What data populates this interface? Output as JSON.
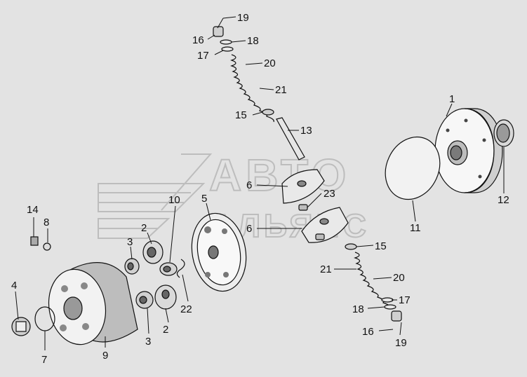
{
  "watermark": {
    "line1": "АВТО",
    "line2": "АЛЬЯНС"
  },
  "callouts": {
    "c1": "1",
    "c2a": "2",
    "c2b": "2",
    "c3a": "3",
    "c3b": "3",
    "c4": "4",
    "c5": "5",
    "c6a": "6",
    "c6b": "6",
    "c7": "7",
    "c8": "8",
    "c9": "9",
    "c10": "10",
    "c11": "11",
    "c12": "12",
    "c13": "13",
    "c14": "14",
    "c15a": "15",
    "c15b": "15",
    "c16a": "16",
    "c16b": "16",
    "c17a": "17",
    "c17b": "17",
    "c18a": "18",
    "c18b": "18",
    "c19a": "19",
    "c19b": "19",
    "c20a": "20",
    "c20b": "20",
    "c21a": "21",
    "c21b": "21",
    "c22": "22",
    "c23": "23"
  }
}
